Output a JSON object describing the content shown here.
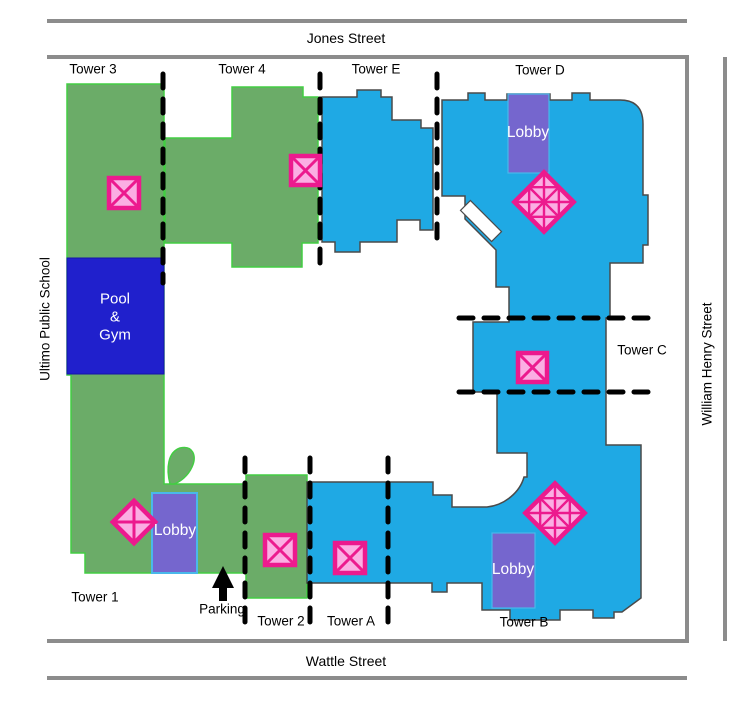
{
  "colors": {
    "green": "#6BAC68",
    "green_border": "#43CD43",
    "blue": "#1FA9E4",
    "blue_border": "#4A4A4A",
    "pool": "#2020CC",
    "pool_border": "#1515A8",
    "lobby": "#7566CE",
    "lobby_border": "#49B8EA",
    "pink_fill": "#FBAEE3",
    "pink_border": "#EC1A8E",
    "dash": "#000000",
    "street": "#8C8C8C",
    "text": "#000000"
  },
  "streets": {
    "north": "Jones Street",
    "south": "Wattle Street",
    "west": "Ultimo Public School",
    "east": "William Henry Street"
  },
  "towers": [
    {
      "label": "Tower 3"
    },
    {
      "label": "Tower 4"
    },
    {
      "label": "Tower E"
    },
    {
      "label": "Tower D"
    },
    {
      "label": "Tower C"
    },
    {
      "label": "Tower 1"
    },
    {
      "label": "Tower 2"
    },
    {
      "label": "Tower A"
    },
    {
      "label": "Tower B"
    }
  ],
  "facilities": {
    "pool_line1": "Pool",
    "pool_line2": "&",
    "pool_line3": "Gym",
    "lobby": "Lobby",
    "parking": "Parking"
  }
}
